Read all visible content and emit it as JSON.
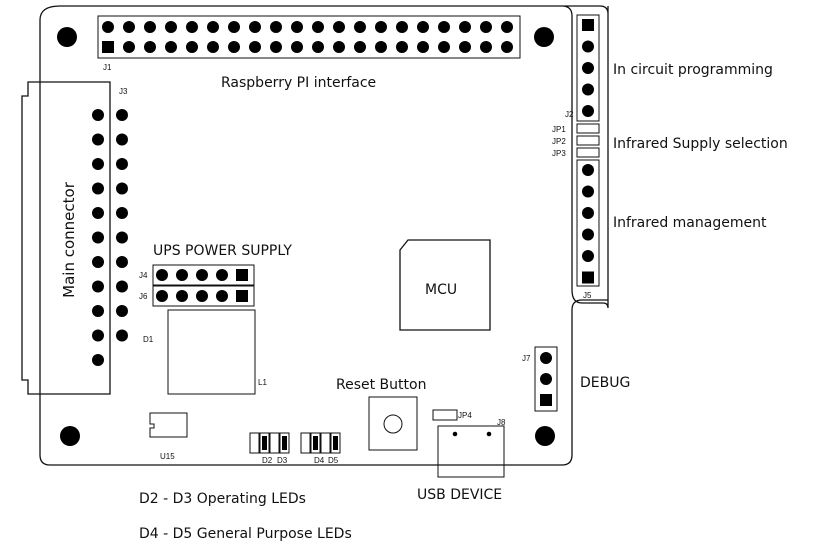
{
  "labels": {
    "rpi_interface": "Raspberry PI interface",
    "in_circuit": "In circuit programming",
    "infrared_supply": "Infrared Supply selection",
    "infrared_mgmt": "Infrared management",
    "ups": "UPS POWER SUPPLY",
    "mcu": "MCU",
    "main_connector": "Main connector",
    "debug": "DEBUG",
    "reset": "Reset Button",
    "usb": "USB DEVICE",
    "leds_op": "D2 - D3 Operating LEDs",
    "leds_gp": "D4 - D5 General Purpose LEDs"
  },
  "refs": {
    "j1": "J1",
    "j2": "J2",
    "j3": "J3",
    "j4": "J4",
    "j5": "J5",
    "j6": "J6",
    "j7": "J7",
    "j8": "J8",
    "jp1": "JP1",
    "jp2": "JP2",
    "jp3": "JP3",
    "jp4": "JP4",
    "d1": "D1",
    "l1": "L1",
    "u15": "U15",
    "d2": "D2",
    "d3": "D3",
    "d4": "D4",
    "d5": "D5"
  }
}
